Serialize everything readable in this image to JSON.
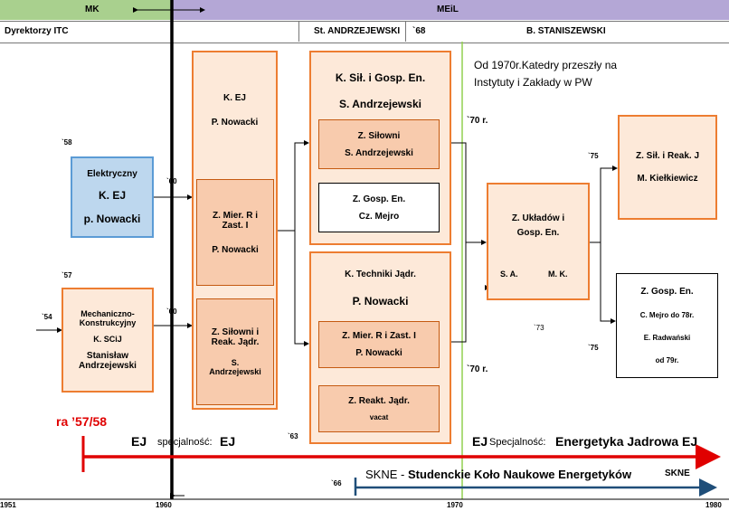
{
  "header": {
    "mk": "MK",
    "meil": "MEiL"
  },
  "directors": {
    "label": "Dyrektorzy ITC",
    "andrzejewski": "St. ANDRZEJEWSKI",
    "year68": "`68",
    "staniszewski": "B. STANISZEWSKI"
  },
  "note_1970": "Od 1970r.Katedry przeszły na Instytuty i Zakłady w PW",
  "left": {
    "year58": "`58",
    "elektryczny": [
      "Elektryczny",
      "K. EJ",
      "p. Nowacki"
    ],
    "year57": "`57",
    "year54": "`54",
    "mech": [
      "Mechaniczno-",
      "Konstrukcyjny",
      "K. SCiJ",
      "Stanisław",
      "Andrzejewski"
    ]
  },
  "col1960": {
    "year60a": "`60",
    "year60b": "`60",
    "kej": [
      "K. EJ",
      "P. Nowacki"
    ],
    "zmier": [
      "Z. Mier. R i",
      "Zast. I",
      "P. Nowacki"
    ],
    "zsil": [
      "Z. Siłowni i",
      "Reak. Jądr.",
      "S.",
      "Andrzejewski"
    ]
  },
  "colMid": {
    "ksil": [
      "K. Sił. i Gosp. En.",
      "S. Andrzejewski"
    ],
    "zsilowni": [
      "Z. Siłowni",
      "S. Andrzejewski"
    ],
    "zgosp": [
      "Z. Gosp. En.",
      "Cz. Mejro"
    ],
    "ktech": [
      "K. Techniki Jądr.",
      "P. Nowacki"
    ],
    "zmier2": [
      "Z. Mier. R i Zast. I",
      "P. Nowacki"
    ],
    "zreakt": [
      "Z. Reakt. Jądr.",
      "vacat"
    ],
    "year63": "`63",
    "year70a": "`70 r.",
    "year70b": "`70 r."
  },
  "colRight": {
    "zukl": [
      "Z. Układów i",
      "Gosp. En."
    ],
    "sa": "S. A.",
    "mk": "M. K.",
    "year73": "`73",
    "year75a": "`75",
    "year75b": "`75",
    "zsilreak": [
      "Z. Sił. i Reak. J",
      "M. Kiełkiewicz"
    ],
    "zgosp2": [
      "Z. Gosp. En.",
      "C. Mejro do 78r.",
      "E. Radwański",
      "od 79r."
    ]
  },
  "bottom": {
    "ra": "ra ’57/58",
    "ej": "EJ",
    "spec1": "specjalność:",
    "ej2": "EJ",
    "ej3": "EJ",
    "spec2": "Specjalność:",
    "spec2val": "Energetyka Jadrowa EJ",
    "year66": "`66",
    "skne_prefix": "SKNE -",
    "skne_name": "Studenckie Koło Naukowe Energetyków",
    "skne_right": "SKNE"
  },
  "axis": {
    "t1951": "1951",
    "t1960": "1960",
    "t1970": "1970",
    "t1980": "1980"
  },
  "colors": {
    "mk_green": "#a9d08e",
    "meil_purple": "#b4a7d6",
    "orange": "#ed7d31",
    "red_arrow": "#e00000",
    "blue_arrow": "#1f4e79",
    "blue_box": "#bdd7ee",
    "green_line": "#92d050"
  }
}
